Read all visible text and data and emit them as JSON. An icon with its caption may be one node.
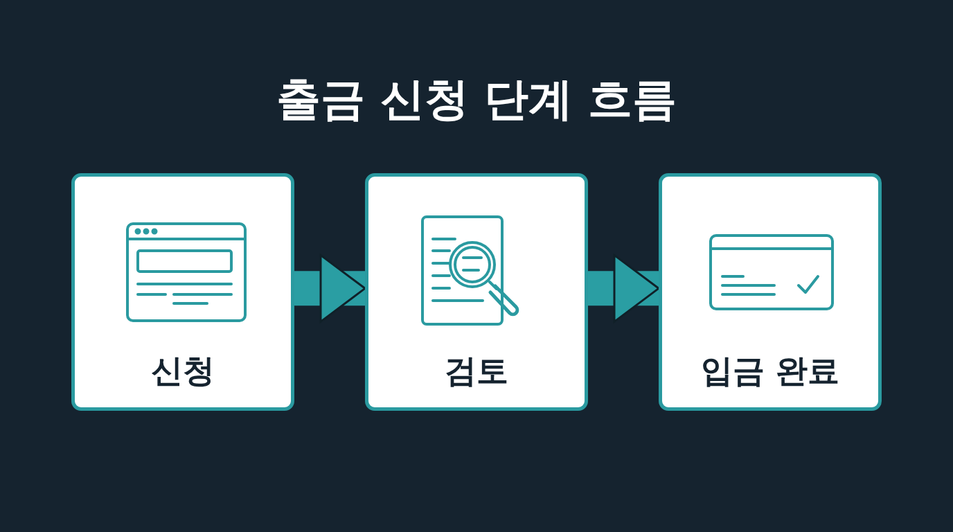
{
  "diagram": {
    "title": "출금 신청 단계 흐름",
    "nodes": [
      {
        "text": [
          "신청"
        ]
      },
      {
        "text": [
          "검토"
        ]
      },
      {
        "text": [
          "입금 완료"
        ]
      }
    ],
    "edges": [
      {
        "from": 0,
        "to": 1,
        "arrow": "to"
      },
      {
        "from": 1,
        "to": 2,
        "arrow": "to"
      }
    ]
  }
}
